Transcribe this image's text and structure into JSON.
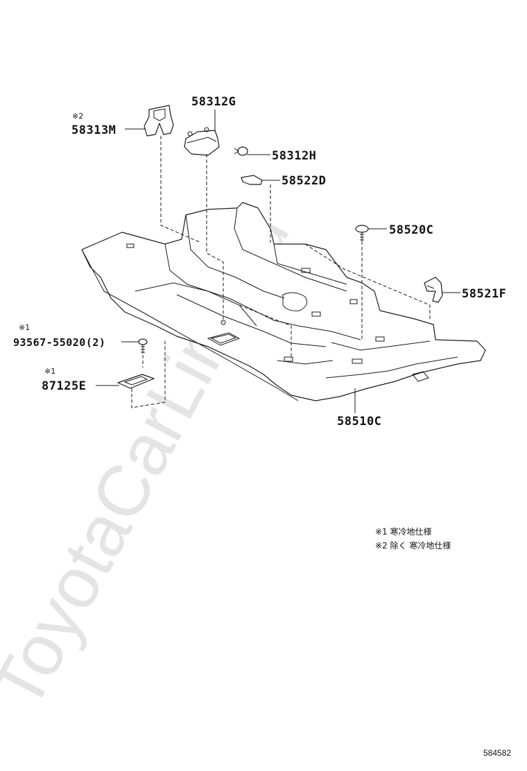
{
  "watermark": "ToyotaCarLine.ru",
  "figure_number": "584582",
  "parts": {
    "p58312G": "58312G",
    "p58313M": "58313M",
    "p58313M_mark": "※2",
    "p58312H": "58312H",
    "p58522D": "58522D",
    "p58520C": "58520C",
    "p58521F": "58521F",
    "p93567": "93567-55020(2)",
    "p93567_mark": "※1",
    "p87125E": "87125E",
    "p87125E_mark": "※1",
    "p58510C": "58510C"
  },
  "notes": [
    "※1  寒冷地仕様",
    "※2  除く  寒冷地仕様"
  ]
}
